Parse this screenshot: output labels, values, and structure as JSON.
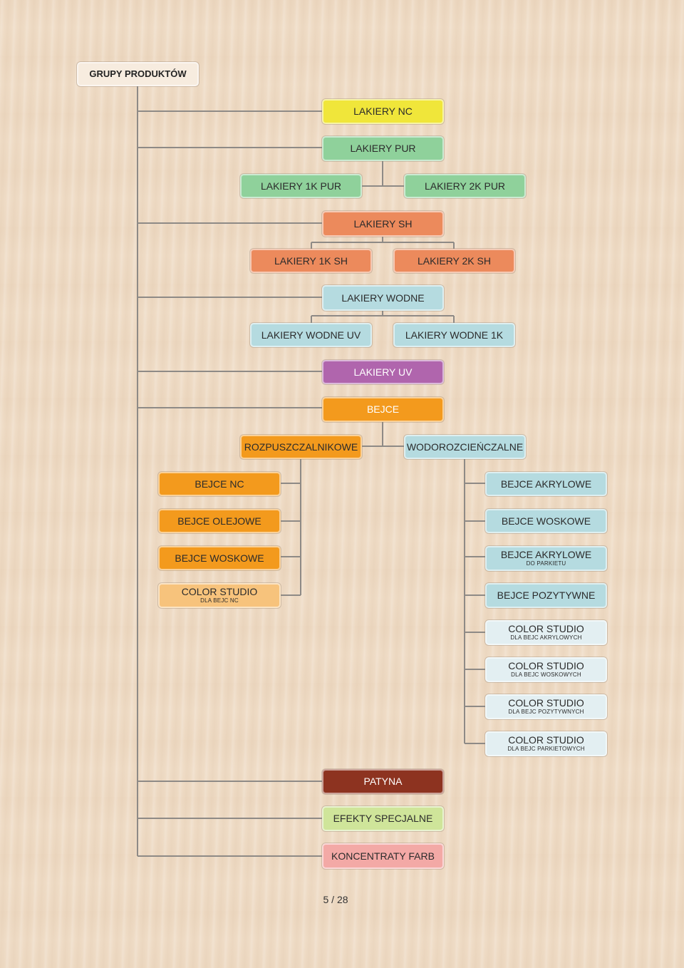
{
  "root": {
    "label": "GRUPY  PRODUKTÓW"
  },
  "colors": {
    "nc": "#f0e63a",
    "pur": "#8fd19b",
    "sh": "#ec8a5c",
    "wodne": "#b5dbe0",
    "uv": "#b065ad",
    "bejce": "#f39a1d",
    "bejce_light": "#f7c37c",
    "wodo": "#b5dbe0",
    "color_studio_wodo": "#e3eff2",
    "patyna": "#8d3320",
    "efekty": "#cfe59a",
    "koncentraty": "#f3a9a6",
    "connector": "#8e8a86"
  },
  "nodes": {
    "lakiery_nc": {
      "label": "LAKIERY NC"
    },
    "lakiery_pur": {
      "label": "LAKIERY PUR"
    },
    "lakiery_1k_pur": {
      "label": "LAKIERY 1K PUR"
    },
    "lakiery_2k_pur": {
      "label": "LAKIERY 2K PUR"
    },
    "lakiery_sh": {
      "label": "LAKIERY SH"
    },
    "lakiery_1k_sh": {
      "label": "LAKIERY 1K SH"
    },
    "lakiery_2k_sh": {
      "label": "LAKIERY 2K SH"
    },
    "lakiery_wodne": {
      "label": "LAKIERY WODNE"
    },
    "lakiery_wodne_uv": {
      "label": "LAKIERY WODNE UV"
    },
    "lakiery_wodne_1k": {
      "label": "LAKIERY WODNE 1K"
    },
    "lakiery_uv": {
      "label": "LAKIERY UV"
    },
    "bejce": {
      "label": "BEJCE"
    },
    "rozpuszczalnikowe": {
      "label": "ROZPUSZCZALNIKOWE"
    },
    "wodorozcienczalne": {
      "label": "WODOROZCIEŃCZALNE"
    },
    "bejce_nc": {
      "label": "BEJCE NC"
    },
    "bejce_olejowe": {
      "label": "BEJCE OLEJOWE"
    },
    "bejce_woskowe_r": {
      "label": "BEJCE WOSKOWE"
    },
    "color_studio_nc": {
      "label": "COLOR STUDIO",
      "sub": "DLA  BEJC NC"
    },
    "bejce_akrylowe": {
      "label": "BEJCE AKRYLOWE"
    },
    "bejce_woskowe_w": {
      "label": "BEJCE WOSKOWE"
    },
    "bejce_akrylowe_parkiet": {
      "label": "BEJCE AKRYLOWE",
      "sub": "DO PARKIETU"
    },
    "bejce_pozytywne": {
      "label": "BEJCE POZYTYWNE"
    },
    "cs_akrylowych": {
      "label": "COLOR STUDIO",
      "sub": "DLA BEJC AKRYLOWYCH"
    },
    "cs_woskowych": {
      "label": "COLOR STUDIO",
      "sub": "DLA BEJC WOSKOWYCH"
    },
    "cs_pozytywnych": {
      "label": "COLOR STUDIO",
      "sub": "DLA BEJC POZYTYWNYCH"
    },
    "cs_parkietowych": {
      "label": "COLOR STUDIO",
      "sub": "DLA BEJC PARKIETOWYCH"
    },
    "patyna": {
      "label": "PATYNA"
    },
    "efekty_specjalne": {
      "label": "EFEKTY SPECJALNE"
    },
    "koncentraty_farb": {
      "label": "KONCENTRATY FARB"
    }
  },
  "page": {
    "number": "5 / 28"
  }
}
